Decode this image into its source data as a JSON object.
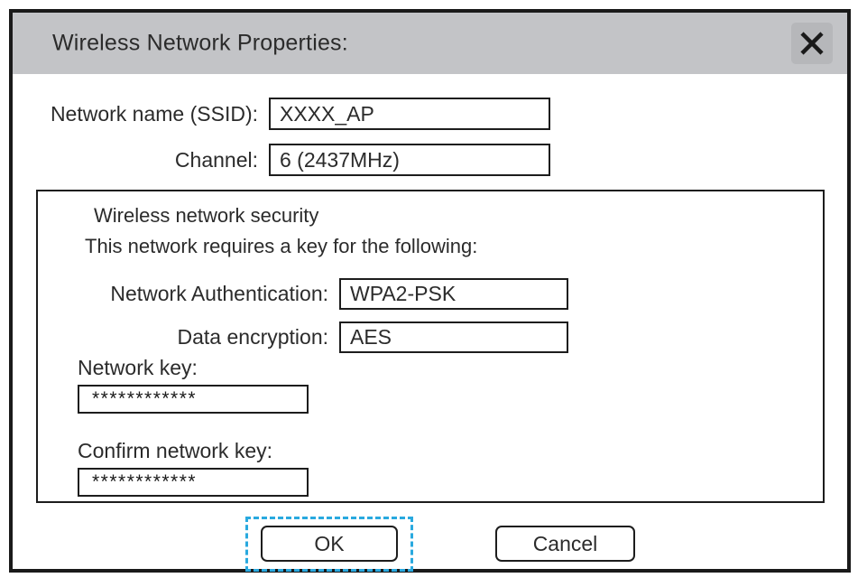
{
  "dialog": {
    "title": "Wireless Network Properties:",
    "close_icon": "close-icon"
  },
  "fields": {
    "ssid": {
      "label": "Network name (SSID):",
      "value": "XXXX_AP"
    },
    "channel": {
      "label": "Channel:",
      "value": "6 (2437MHz)"
    }
  },
  "security": {
    "heading": "Wireless network security",
    "subheading": "This network requires a key for the following:",
    "authentication": {
      "label": "Network Authentication:",
      "value": "WPA2-PSK"
    },
    "encryption": {
      "label": "Data encryption:",
      "value": "AES"
    },
    "network_key": {
      "label": "Network key:",
      "value": "************"
    },
    "confirm_key": {
      "label": "Confirm network key:",
      "value": "************"
    }
  },
  "buttons": {
    "ok": "OK",
    "cancel": "Cancel"
  },
  "colors": {
    "titlebar": "#c3c4c7",
    "border": "#1a1a1a",
    "highlight": "#29a9df"
  }
}
